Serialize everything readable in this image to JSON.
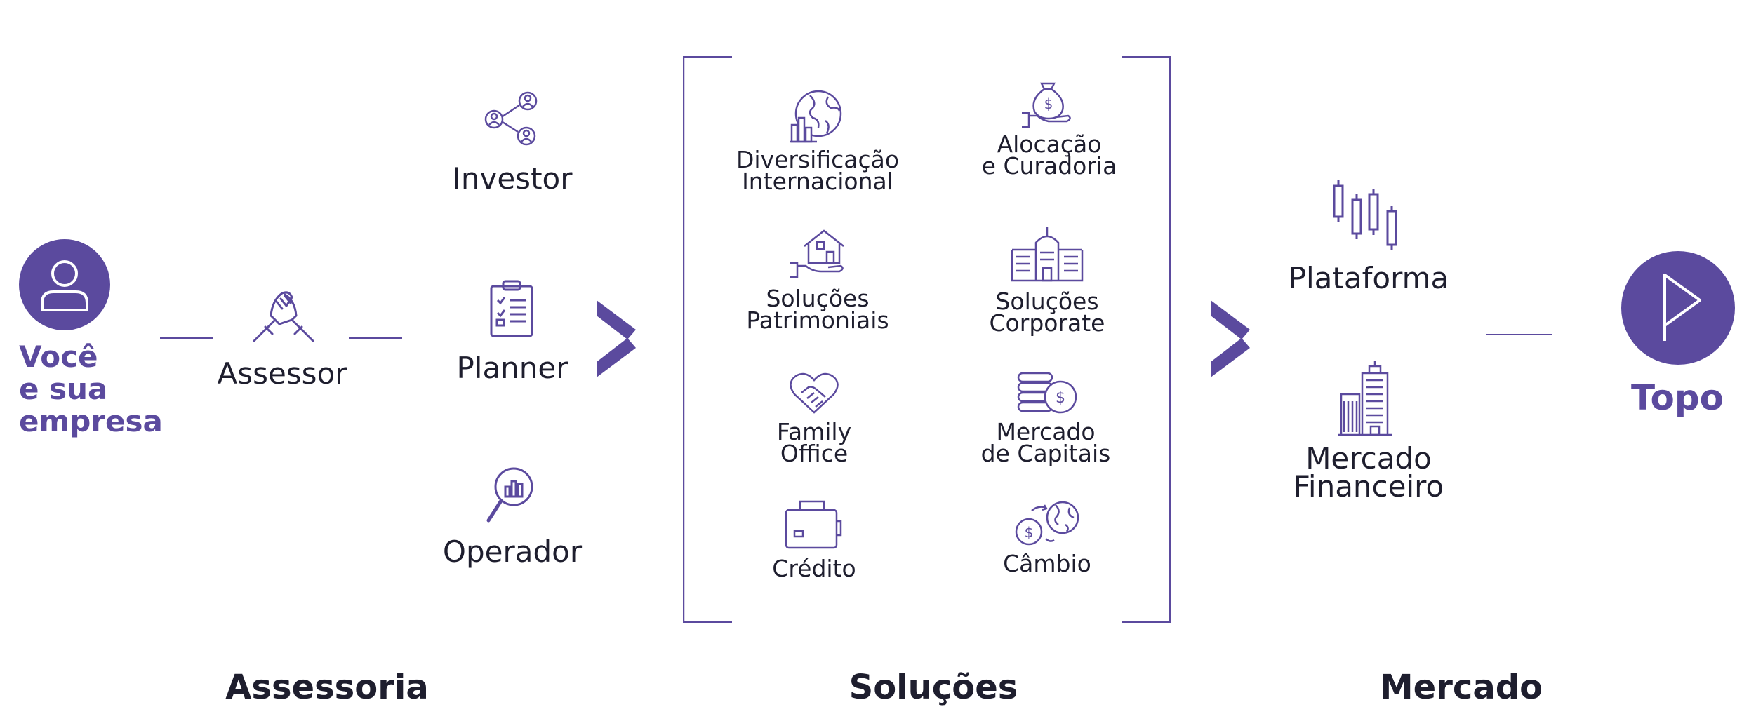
{
  "colors": {
    "accent": "#5b4a9e",
    "text": "#1e1e2e"
  },
  "start": {
    "icon": "user-icon",
    "label_lines": [
      "Você",
      "e sua",
      "empresa"
    ]
  },
  "advisor": {
    "icon": "handshake-arms-icon",
    "label": "Assessor"
  },
  "roles": [
    {
      "icon": "network-people-icon",
      "label": "Investor"
    },
    {
      "icon": "clipboard-checklist-icon",
      "label": "Planner"
    },
    {
      "icon": "magnifier-chart-icon",
      "label": "Operador"
    }
  ],
  "solutions": [
    {
      "icon": "globe-chart-icon",
      "label_lines": [
        "Diversificação",
        "Internacional"
      ]
    },
    {
      "icon": "money-bag-hand-icon",
      "label_lines": [
        "Alocação",
        "e Curadoria"
      ]
    },
    {
      "icon": "house-hand-icon",
      "label_lines": [
        "Soluções",
        "Patrimoniais"
      ]
    },
    {
      "icon": "building-icon",
      "label_lines": [
        "Soluções",
        "Corporate"
      ]
    },
    {
      "icon": "heart-handshake-icon",
      "label_lines": [
        "Family",
        "Office"
      ]
    },
    {
      "icon": "coins-stack-icon",
      "label_lines": [
        "Mercado",
        "de Capitais"
      ]
    },
    {
      "icon": "wallet-icon",
      "label_lines": [
        "Crédito"
      ]
    },
    {
      "icon": "currency-exchange-icon",
      "label_lines": [
        "Câmbio"
      ]
    }
  ],
  "market": [
    {
      "icon": "candlestick-icon",
      "label_lines": [
        "Plataforma"
      ]
    },
    {
      "icon": "skyscrapers-icon",
      "label_lines": [
        "Mercado",
        "Financeiro"
      ]
    }
  ],
  "end": {
    "icon": "flag-icon",
    "label": "Topo"
  },
  "headings": {
    "advisory": "Assessoria",
    "solutions": "Soluções",
    "market": "Mercado"
  }
}
